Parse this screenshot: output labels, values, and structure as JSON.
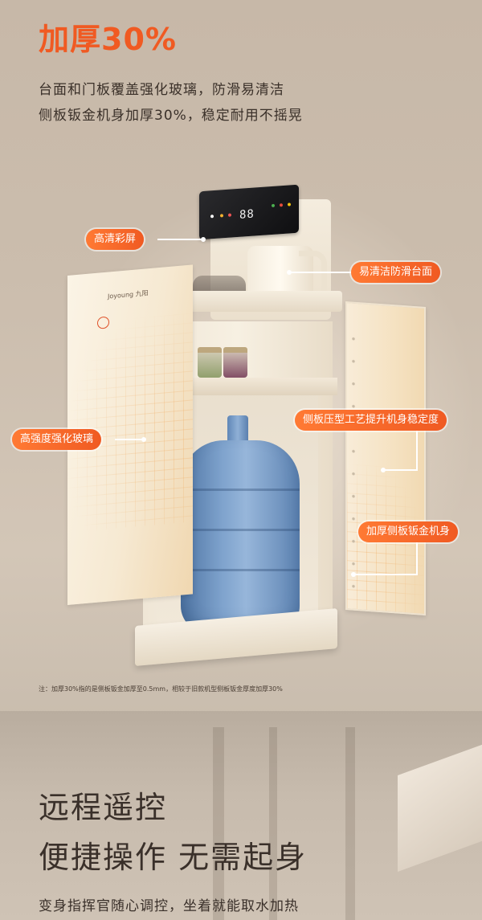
{
  "header": {
    "title": "加厚30%",
    "lines": [
      "台面和门板覆盖强化玻璃，防滑易清洁",
      "侧板钣金机身加厚30%，稳定耐用不摇晃"
    ]
  },
  "product": {
    "brand_logo": "Joyoung 九阳",
    "screen_readout": "88"
  },
  "callouts": {
    "screen": "高清彩屏",
    "countertop": "易清洁防滑台面",
    "glass": "高强度强化玻璃",
    "side_process": "侧板压型工艺提升机身稳定度",
    "side_metal": "加厚侧板钣金机身"
  },
  "note": "注：加厚30%指的是侧板钣金加厚至0.5mm，相较于旧款机型侧板钣金厚度加厚30%",
  "section2": {
    "title_line1": "远程遥控",
    "title_line2": "便捷操作 无需起身",
    "subtitle": "变身指挥官随心调控，坐着就能取水加热"
  },
  "colors": {
    "accent": "#f05a22",
    "text_dark": "#3a302a",
    "background": "#c9bbac"
  }
}
